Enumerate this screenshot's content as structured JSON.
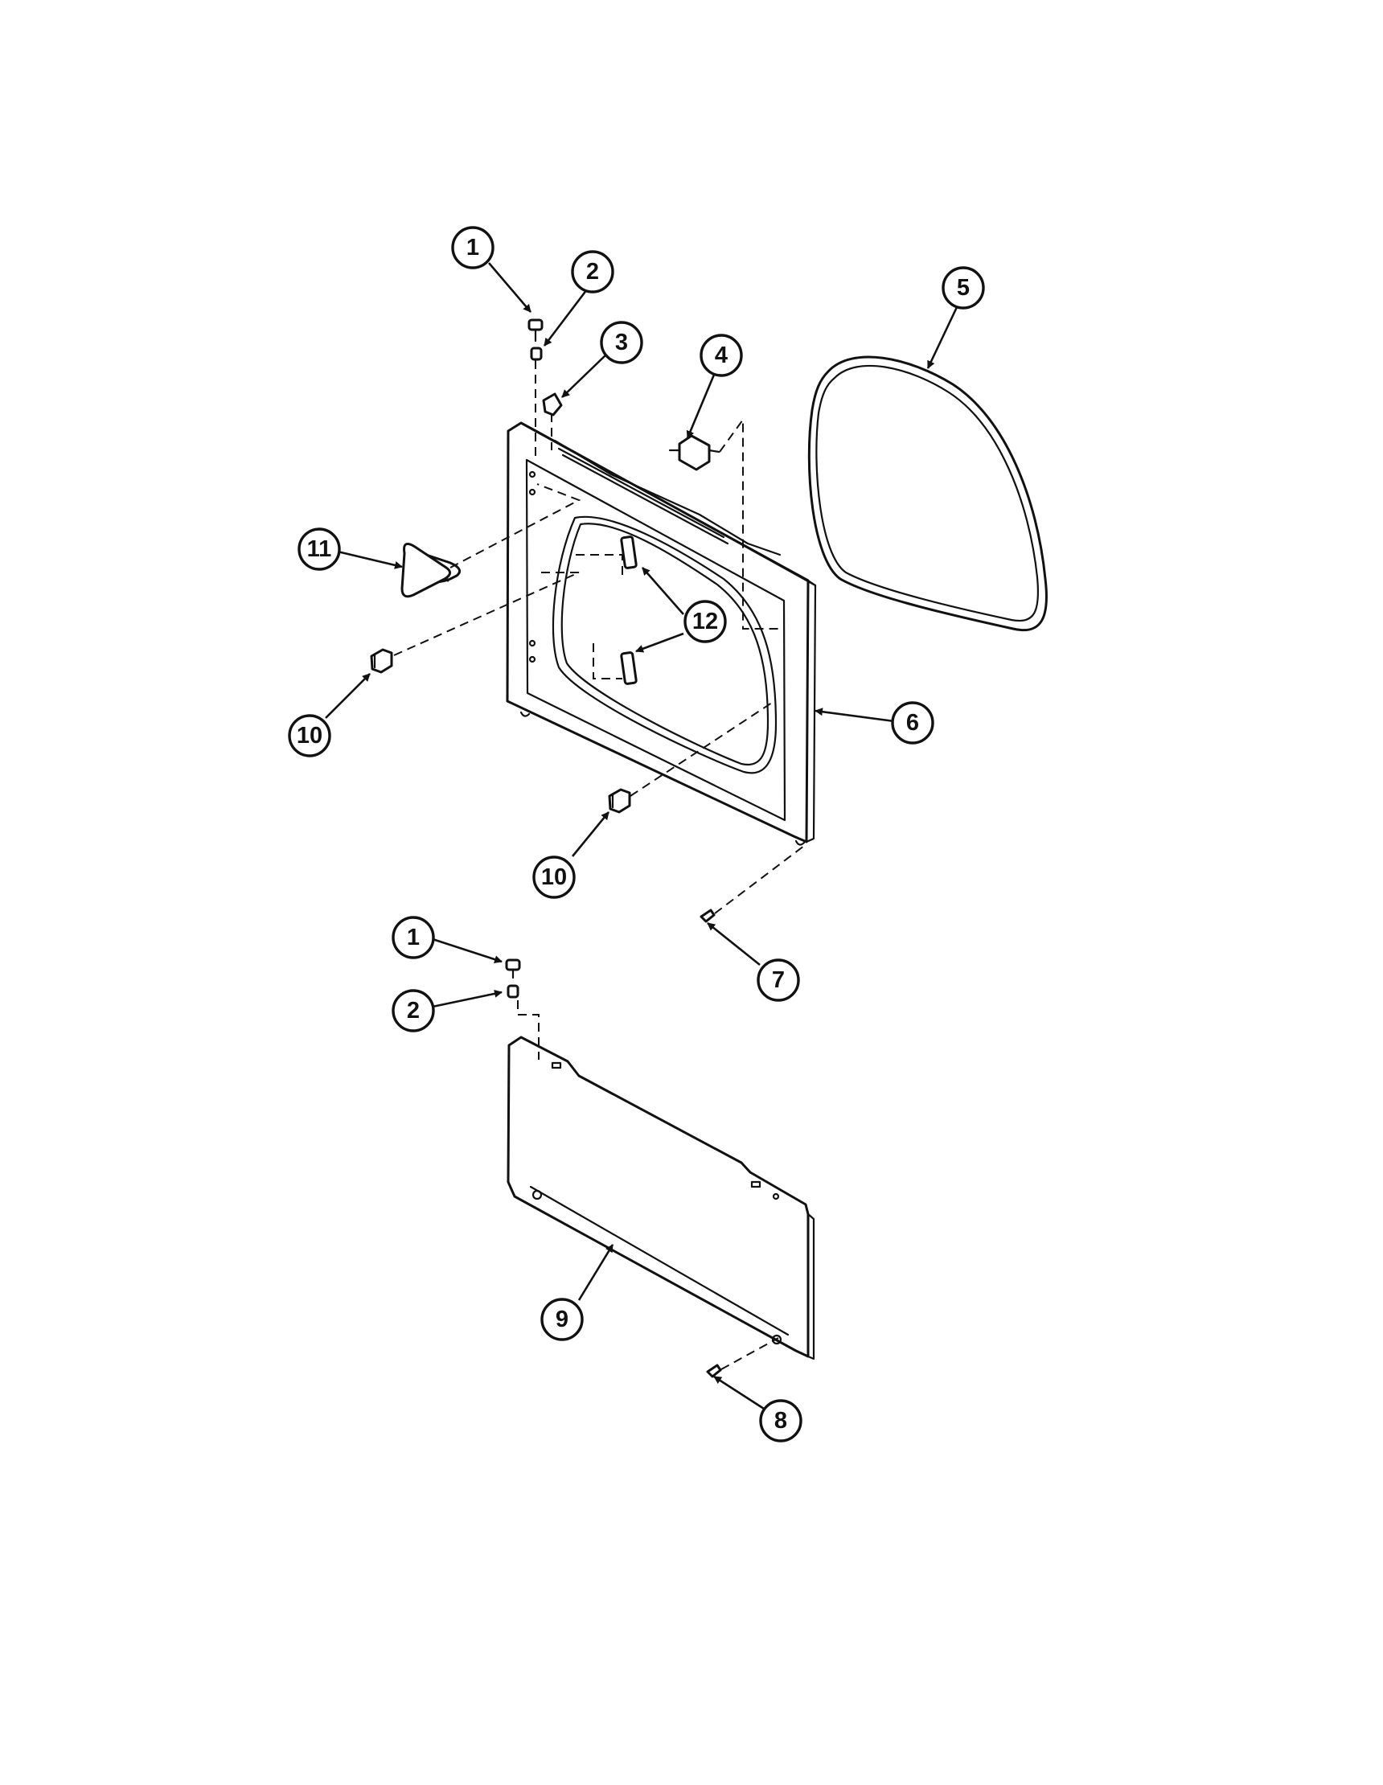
{
  "callouts": [
    {
      "id": "c1a",
      "label": "1"
    },
    {
      "id": "c2a",
      "label": "2"
    },
    {
      "id": "c3",
      "label": "3"
    },
    {
      "id": "c4",
      "label": "4"
    },
    {
      "id": "c5",
      "label": "5"
    },
    {
      "id": "c11",
      "label": "11"
    },
    {
      "id": "c12",
      "label": "12"
    },
    {
      "id": "c10a",
      "label": "10"
    },
    {
      "id": "c6",
      "label": "6"
    },
    {
      "id": "c10b",
      "label": "10"
    },
    {
      "id": "c7",
      "label": "7"
    },
    {
      "id": "c1b",
      "label": "1"
    },
    {
      "id": "c2b",
      "label": "2"
    },
    {
      "id": "c9",
      "label": "9"
    },
    {
      "id": "c8",
      "label": "8"
    }
  ],
  "colors": {
    "line": "#111111",
    "background": "#ffffff"
  }
}
